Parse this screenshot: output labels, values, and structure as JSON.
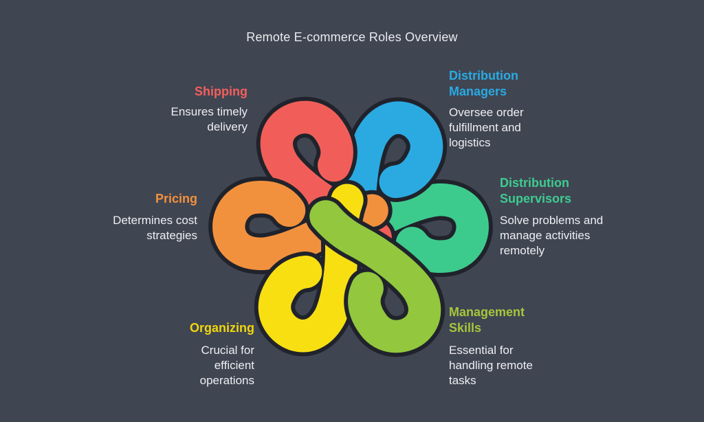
{
  "title": "Remote E-commerce Roles Overview",
  "background_color": "#404552",
  "knot": {
    "outline_color": "#20232b",
    "description": "six interlocking ribbon loops forming a hexagonal knot",
    "colors": {
      "shipping": "#f15e59",
      "distribution_managers": "#2baae2",
      "pricing": "#f2913d",
      "distribution_supervisors": "#3dcb8d",
      "organizing": "#f8df12",
      "management_skills": "#92c73e"
    }
  },
  "roles": [
    {
      "id": "shipping",
      "label": "Shipping",
      "desc": "Ensures timely delivery",
      "label_color": "#f2605c",
      "side": "left"
    },
    {
      "id": "distribution_managers",
      "label": "Distribution Managers",
      "desc": "Oversee order fulfillment and logistics",
      "label_color": "#29abe2",
      "side": "right"
    },
    {
      "id": "pricing",
      "label": "Pricing",
      "desc": "Determines cost strategies",
      "label_color": "#f2913d",
      "side": "left"
    },
    {
      "id": "distribution_supervisors",
      "label": "Distribution Supervisors",
      "desc": "Solve problems and manage activities remotely",
      "label_color": "#3ecc90",
      "side": "right"
    },
    {
      "id": "organizing",
      "label": "Organizing",
      "desc": "Crucial for efficient operations",
      "label_color": "#efd60e",
      "side": "left"
    },
    {
      "id": "management_skills",
      "label": "Management Skills",
      "desc": "Essential for handling remote tasks",
      "label_color": "#a5c73b",
      "side": "right"
    }
  ]
}
